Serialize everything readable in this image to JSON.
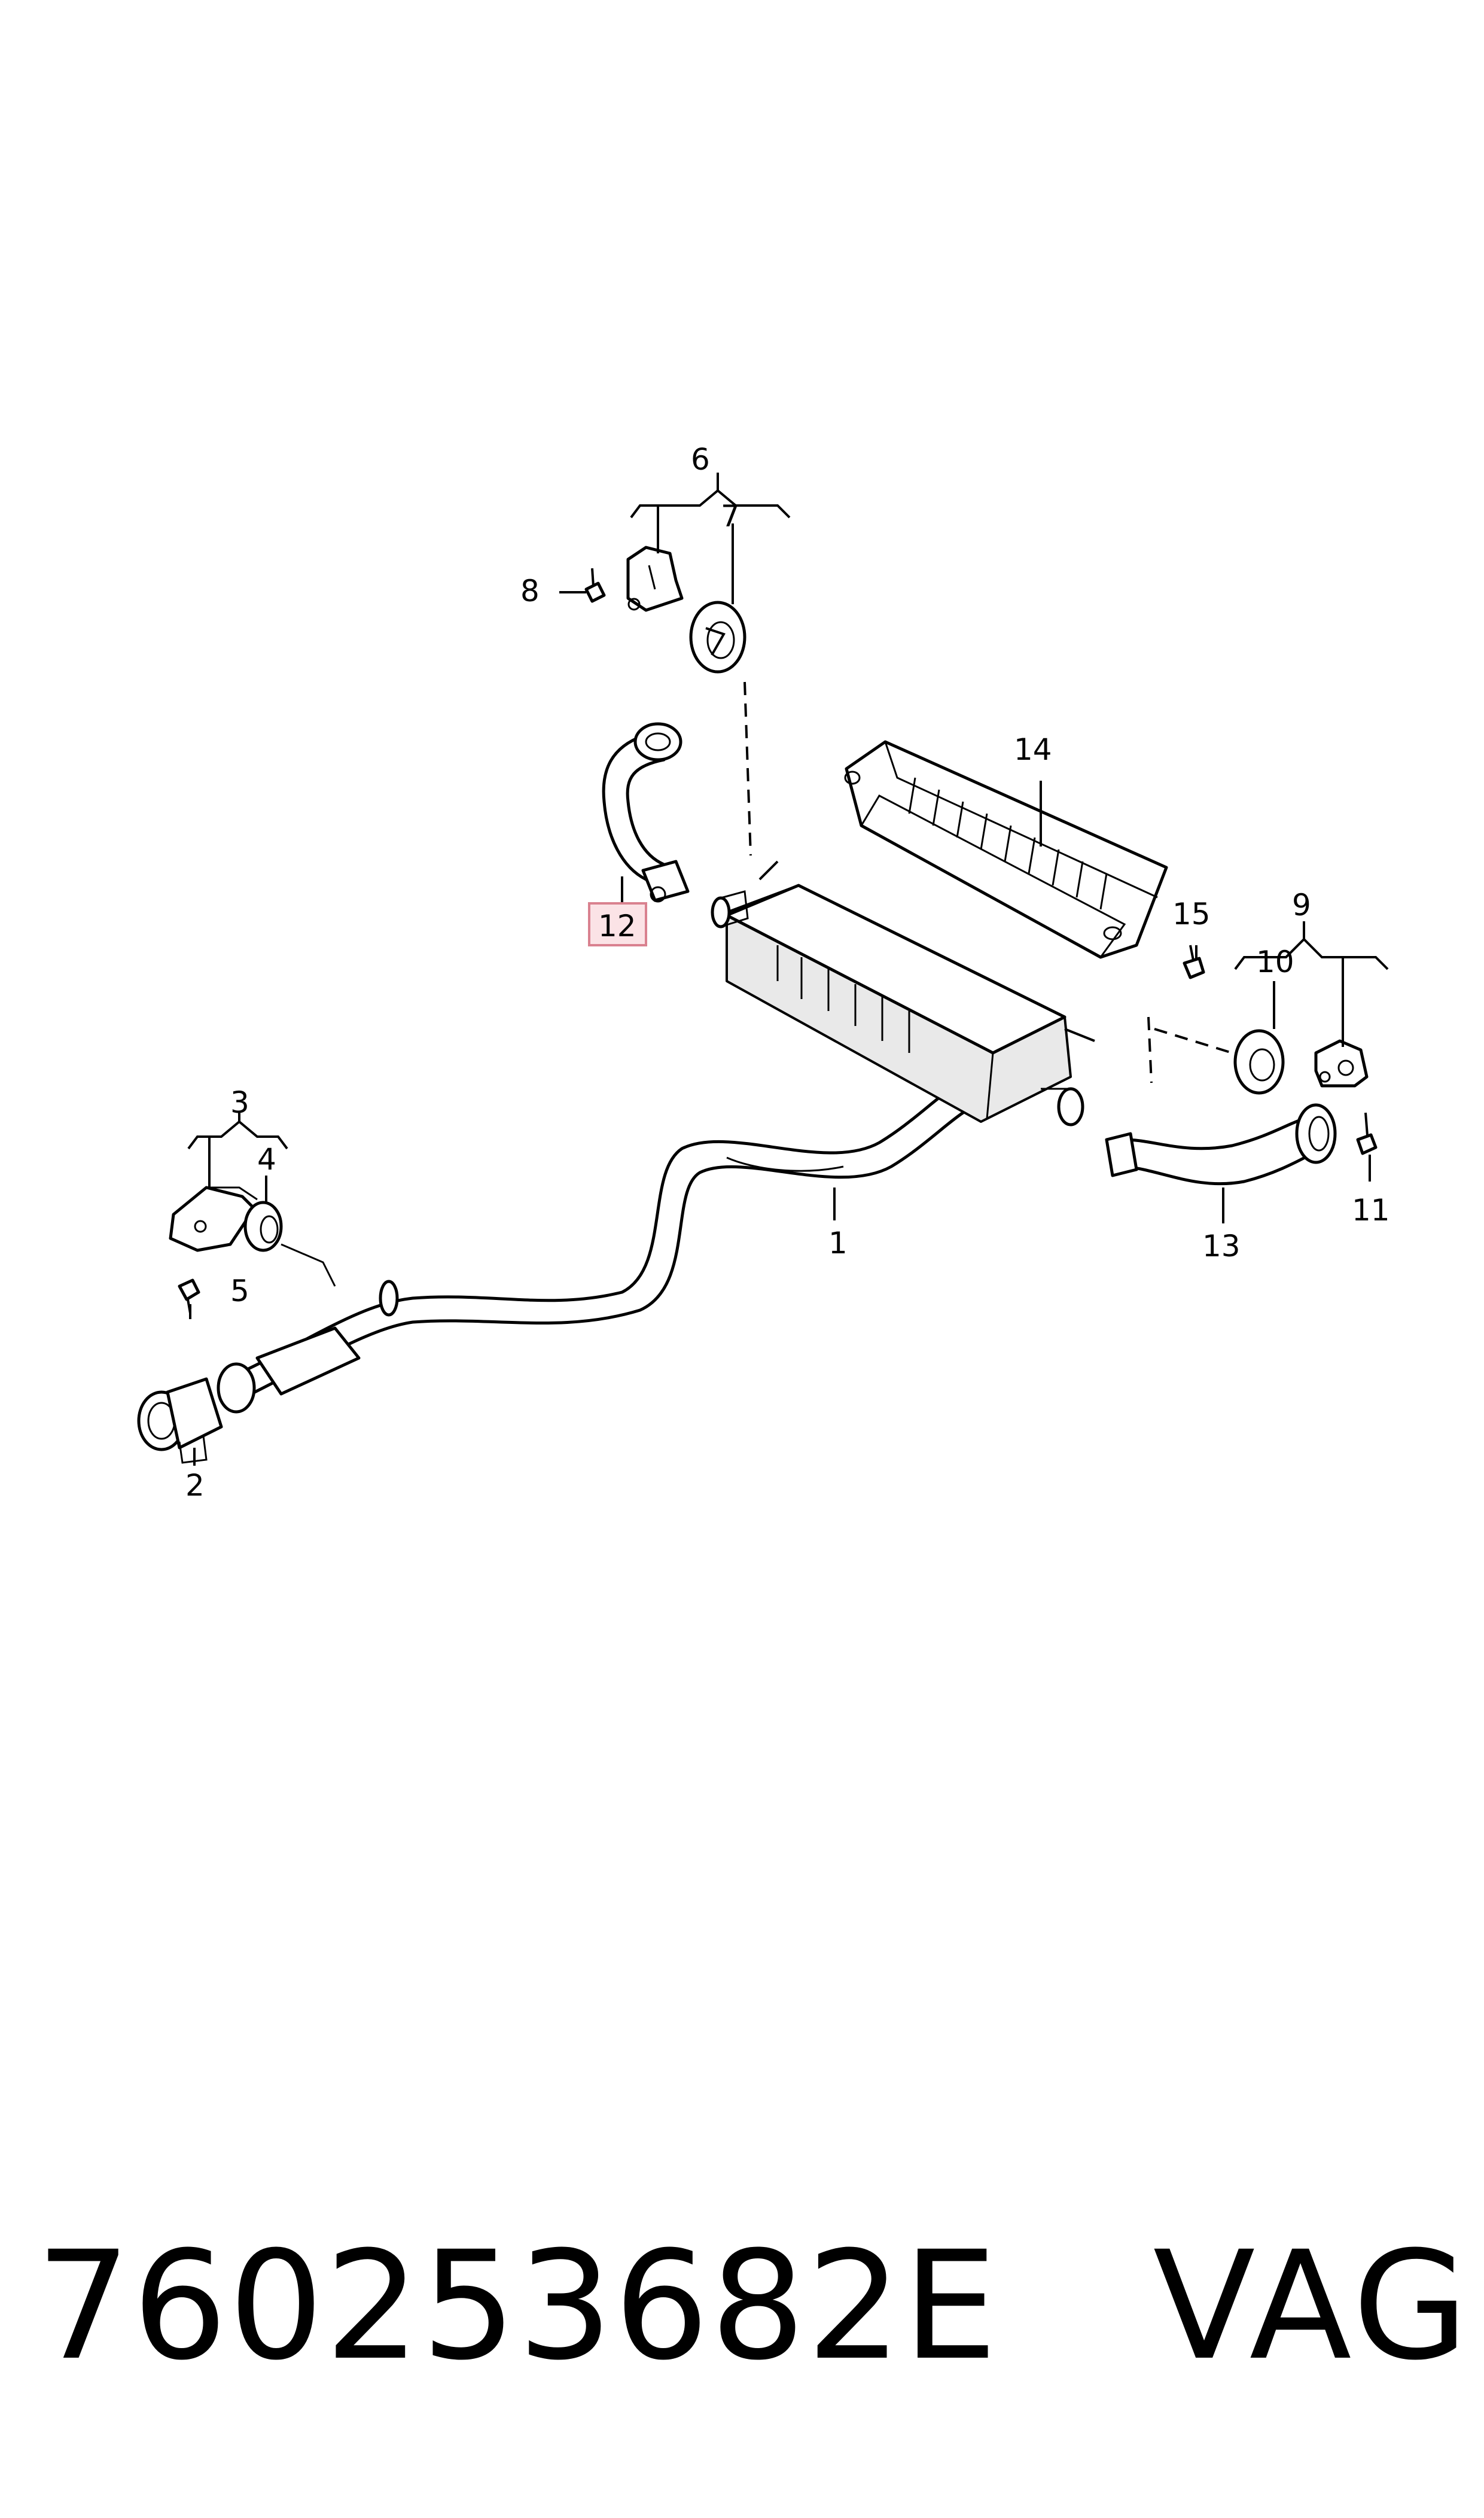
{
  "diagram": {
    "callouts": {
      "c1": "1",
      "c2": "2",
      "c3": "3",
      "c4": "4",
      "c5": "5",
      "c6": "6",
      "c7": "7",
      "c8": "8",
      "c9": "9",
      "c10": "10",
      "c11": "11",
      "c12": "12",
      "c13": "13",
      "c14": "14",
      "c15": "15"
    },
    "highlighted_callout": "12",
    "highlight_color": "#fbe3e6"
  },
  "footer": {
    "part_number": "760253682E",
    "brand": "VAG"
  }
}
